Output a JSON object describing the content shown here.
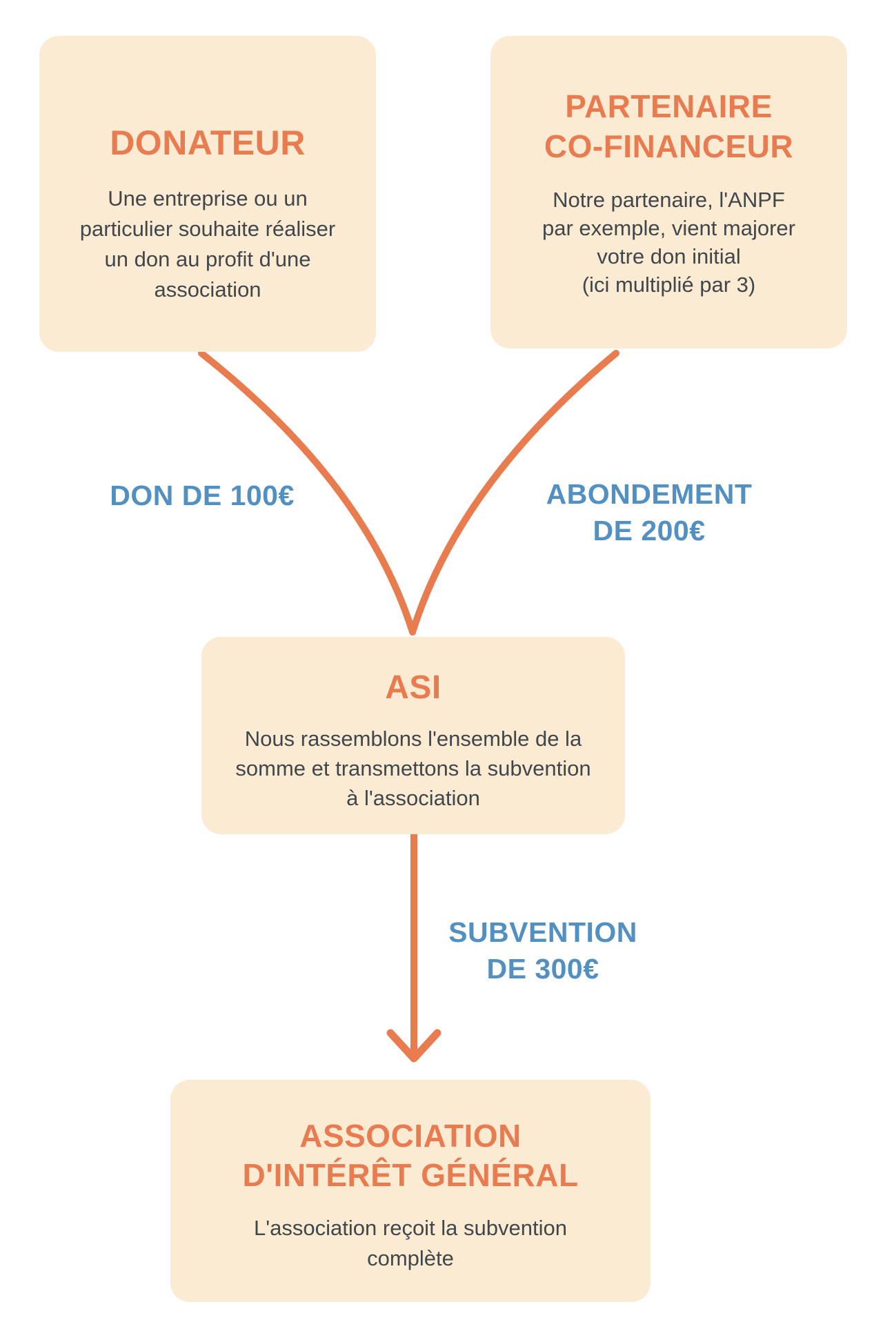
{
  "diagram": {
    "nodes": {
      "donateur": {
        "title": "DONATEUR",
        "body": "Une entreprise ou un\nparticulier souhaite réaliser\nun don au profit d'une\nassociation"
      },
      "partenaire": {
        "title": "PARTENAIRE\nCO-FINANCEUR",
        "body": "Notre partenaire, l'ANPF\npar exemple, vient majorer\nvotre don initial\n(ici multiplié par 3)"
      },
      "asi": {
        "title": "ASI",
        "body": "Nous rassemblons l'ensemble de la\nsomme et transmettons la subvention\nà l'association"
      },
      "association": {
        "title": "ASSOCIATION\nD'INTÉRÊT GÉNÉRAL",
        "body": "L'association reçoit la subvention\ncomplète"
      }
    },
    "edge_labels": {
      "don": "DON DE 100€",
      "abondement": "ABONDEMENT\nDE 200€",
      "subvention": "SUBVENTION\nDE 300€"
    },
    "colors": {
      "page_background": "#FFFFFF",
      "node_background": "#FCEBD3",
      "node_title": "#E87C50",
      "node_body": "#40474C",
      "edge_label": "#5290C2",
      "arrow": "#E87C4E"
    }
  }
}
